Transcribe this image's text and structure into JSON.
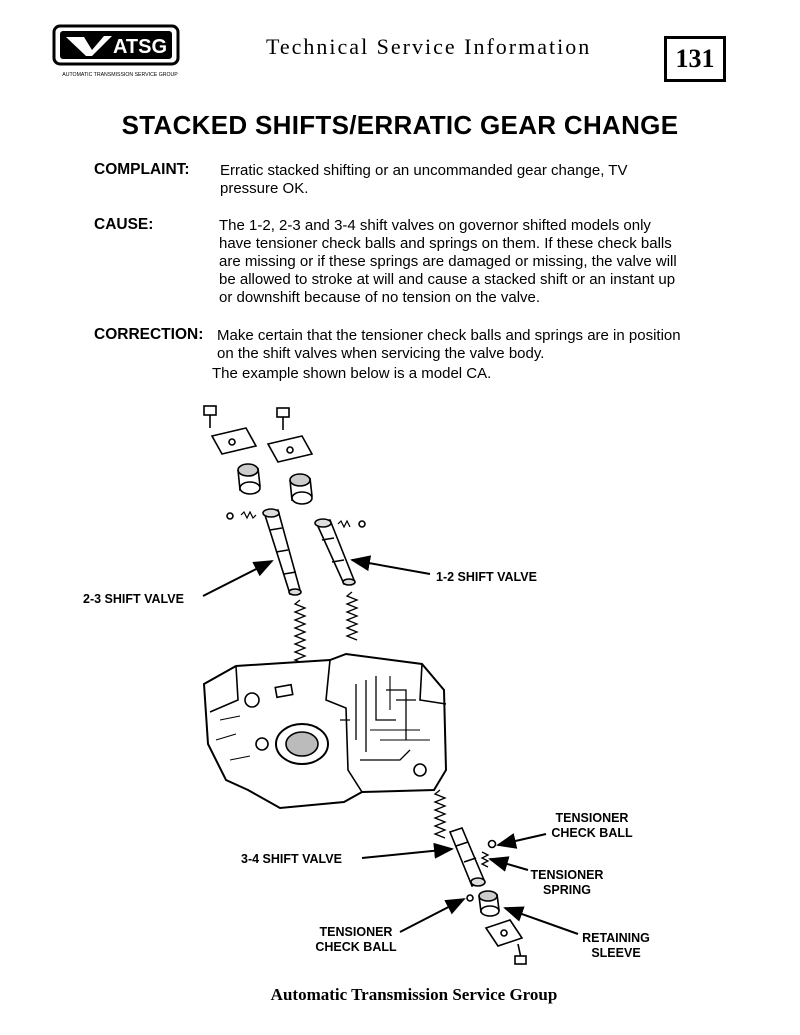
{
  "header": {
    "logo_text": "ATSG",
    "logo_subtext": "AUTOMATIC TRANSMISSION SERVICE GROUP",
    "title": "Technical Service Information",
    "page_number": "131"
  },
  "title": "STACKED SHIFTS/ERRATIC GEAR CHANGE",
  "complaint": {
    "label": "COMPLAINT:",
    "line1": "Erratic stacked shifting or an uncommanded gear change, TV",
    "line2": "pressure OK."
  },
  "cause": {
    "label": "CAUSE:",
    "line1": "The 1-2, 2-3 and 3-4 shift valves on governor shifted models only",
    "line2": "have tensioner check balls and springs on them. If these check balls",
    "line3": "are missing or if these springs are damaged or missing, the valve will",
    "line4": "be allowed to stroke at will and cause a stacked shift or an instant up",
    "line5": "or downshift because of no tension on the valve."
  },
  "correction": {
    "label": "CORRECTION:",
    "line1": "Make certain that the tensioner check balls and springs are in position",
    "line2": "on the shift valves when servicing the valve body.",
    "line3": "The example shown below is a model CA."
  },
  "diagram": {
    "label_12": "1-2 SHIFT VALVE",
    "label_23": "2-3 SHIFT VALVE",
    "label_34": "3-4 SHIFT VALVE",
    "label_tcb_right_1": "TENSIONER",
    "label_tcb_right_2": "CHECK BALL",
    "label_spring_1": "TENSIONER",
    "label_spring_2": "SPRING",
    "label_tcb_left_1": "TENSIONER",
    "label_tcb_left_2": "CHECK BALL",
    "label_sleeve_1": "RETAINING",
    "label_sleeve_2": "SLEEVE"
  },
  "footer": "Automatic Transmission Service Group"
}
